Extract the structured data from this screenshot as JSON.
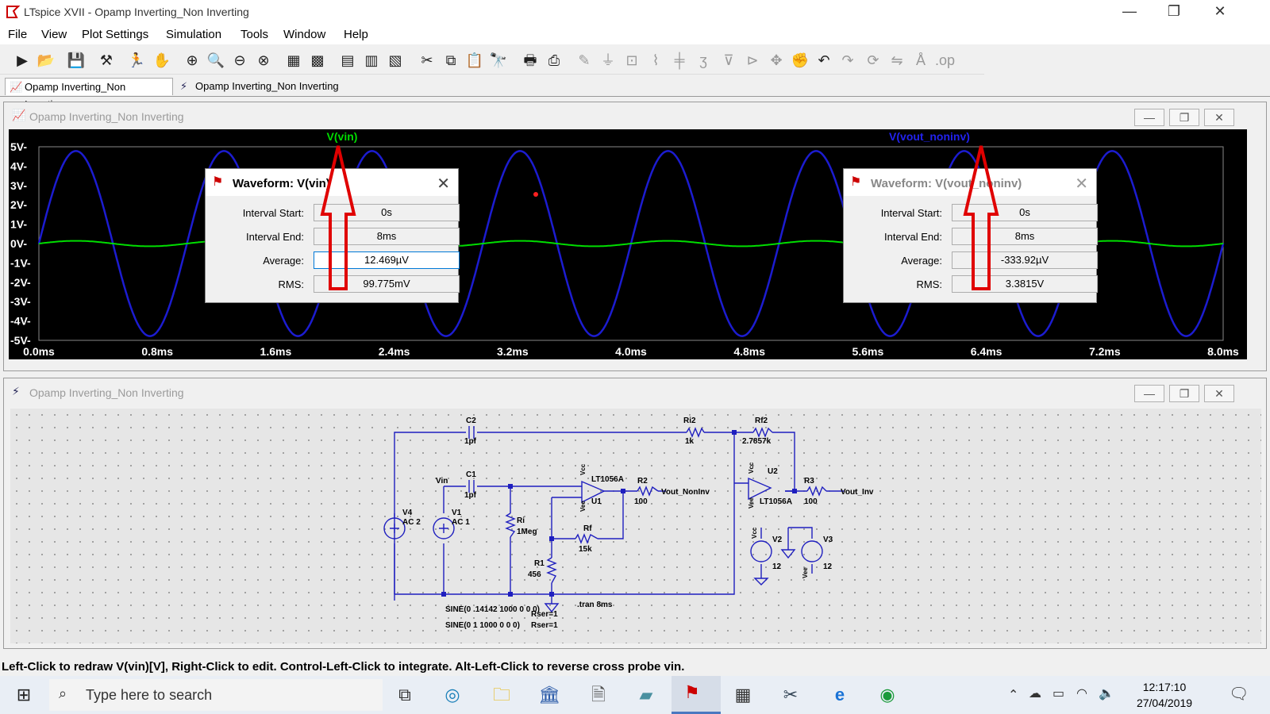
{
  "window": {
    "title": "LTspice XVII - Opamp Inverting_Non Inverting",
    "minimize": "—",
    "restore": "❐",
    "close": "✕"
  },
  "menu": [
    "File",
    "View",
    "Plot Settings",
    "Simulation",
    "Tools",
    "Window",
    "Help"
  ],
  "doc_tabs": [
    "Opamp Inverting_Non Inverting",
    "Opamp Inverting_Non Inverting"
  ],
  "plot_window": {
    "title": "Opamp Inverting_Non Inverting",
    "trace_labels": [
      "V(vin)",
      "V(vout_noninv)"
    ],
    "y_ticks": [
      "5V-",
      "4V-",
      "3V-",
      "2V-",
      "1V-",
      "0V-",
      "-1V-",
      "-2V-",
      "-3V-",
      "-4V-",
      "-5V-"
    ],
    "x_ticks": [
      "0.0ms",
      "0.8ms",
      "1.6ms",
      "2.4ms",
      "3.2ms",
      "4.0ms",
      "4.8ms",
      "5.6ms",
      "6.4ms",
      "7.2ms",
      "8.0ms"
    ]
  },
  "chart_data": {
    "type": "line",
    "x_unit": "ms",
    "xlim": [
      0,
      8
    ],
    "ylim": [
      -5,
      5
    ],
    "grid": false,
    "series": [
      {
        "name": "V(vin)",
        "color": "#00dd00",
        "shape": "sine",
        "frequency_hz": 1000,
        "amplitude_v": 0.14142,
        "offset_v": 0
      },
      {
        "name": "V(vout_noninv)",
        "color": "#1c1cd0",
        "shape": "sine",
        "frequency_hz": 1000,
        "amplitude_v": 4.78,
        "offset_v": 0
      }
    ]
  },
  "dialogs": [
    {
      "title": "Waveform: V(vin)",
      "fields": [
        {
          "label": "Interval Start:",
          "value": "0s"
        },
        {
          "label": "Interval End:",
          "value": "8ms"
        },
        {
          "label": "Average:",
          "value": "12.469µV"
        },
        {
          "label": "RMS:",
          "value": "99.775mV"
        }
      ]
    },
    {
      "title": "Waveform: V(vout_noninv)",
      "fields": [
        {
          "label": "Interval Start:",
          "value": "0s"
        },
        {
          "label": "Interval End:",
          "value": "8ms"
        },
        {
          "label": "Average:",
          "value": "-333.92µV"
        },
        {
          "label": "RMS:",
          "value": "3.3815V"
        }
      ]
    }
  ],
  "schematic_window": {
    "title": "Opamp Inverting_Non Inverting",
    "labels": {
      "c2": "C2",
      "c2v": "1pf",
      "ri2": "Ri2",
      "ri2v": "1k",
      "rf2": "Rf2",
      "rf2v": "2.7857k",
      "vin": "Vin",
      "c1": "C1",
      "c1v": "1pf",
      "lt1": "LT1056A",
      "u1": "U1",
      "r2": "R2",
      "r2v": "100",
      "voutni": "Vout_NonInv",
      "u2": "U2",
      "lt2": "LT1056A",
      "r3": "R3",
      "r3v": "100",
      "voutinv": "Vout_Inv",
      "v4": "V4",
      "v4v": "AC 2",
      "v1": "V1",
      "v1v": "AC 1",
      "ri": "Ri",
      "riv": "1Meg",
      "rf": "Rf",
      "rfv": "15k",
      "r1": "R1",
      "r1v": "456",
      "v2": "V2",
      "v2v": "12",
      "v3": "V3",
      "v3v": "12",
      "tran": ".tran 8ms",
      "sine1": "SINE(0 .14142 1000 0 0 0)",
      "rser1": "Rser=1",
      "sine2": "SINE(0 1 1000 0 0 0)",
      "rser2": "Rser=1",
      "vcc1": "Vcc",
      "vee1": "Vee",
      "vcc2": "Vcc",
      "vee2": "Vee",
      "vcc3": "Vcc",
      "vee3": "Vee"
    }
  },
  "status": "Left-Click to redraw V(vin)[V],  Right-Click to edit. Control-Left-Click to integrate. Alt-Left-Click to reverse cross probe vin.",
  "taskbar": {
    "search_placeholder": "Type here to search",
    "time": "12:17:10",
    "date": "27/04/2019"
  }
}
